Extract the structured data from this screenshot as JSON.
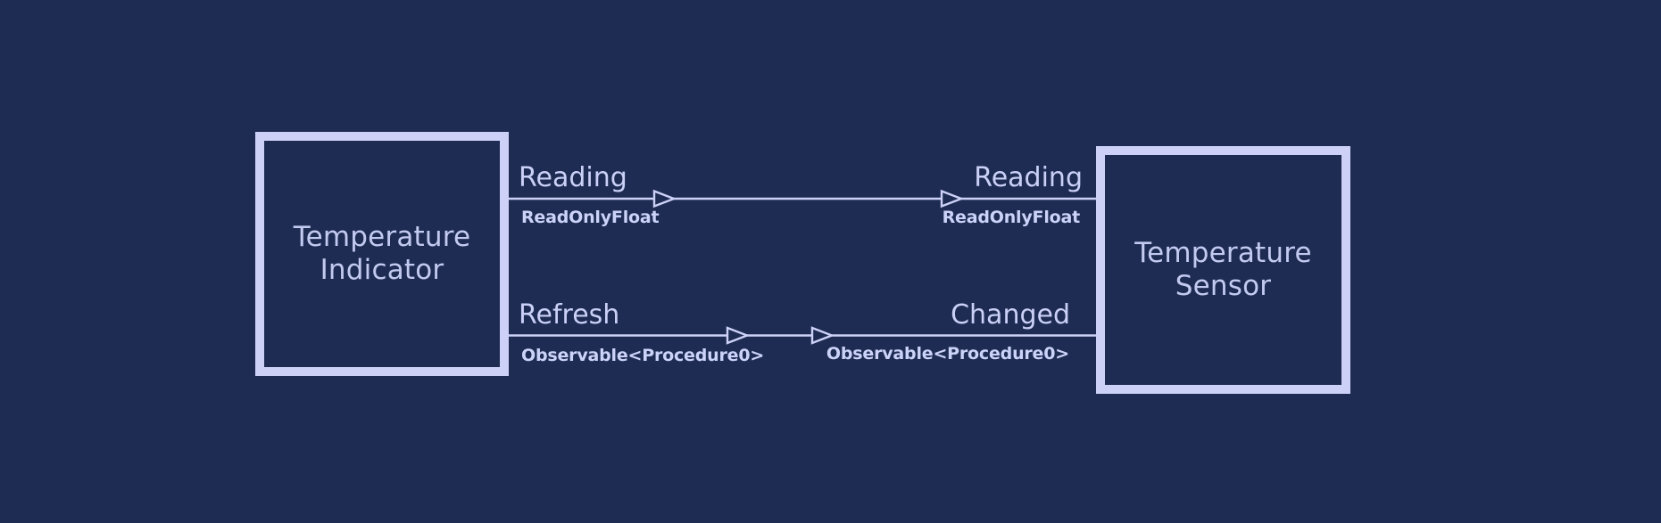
{
  "colors": {
    "bg": "#1e2c54",
    "accent": "#cdd1f7",
    "title": "#c3caf0",
    "label": "#cad0f6",
    "type": "#ccd3f8"
  },
  "boxes": {
    "indicator": {
      "title": "Temperature\nIndicator"
    },
    "sensor": {
      "title": "Temperature\nSensor"
    }
  },
  "connections": [
    {
      "from_label": "Reading",
      "from_type": "ReadOnlyFloat",
      "to_label": "Reading",
      "to_type": "ReadOnlyFloat"
    },
    {
      "from_label": "Refresh",
      "from_type": "Observable<Procedure0>",
      "to_label": "Changed",
      "to_type": "Observable<Procedure0>"
    }
  ]
}
